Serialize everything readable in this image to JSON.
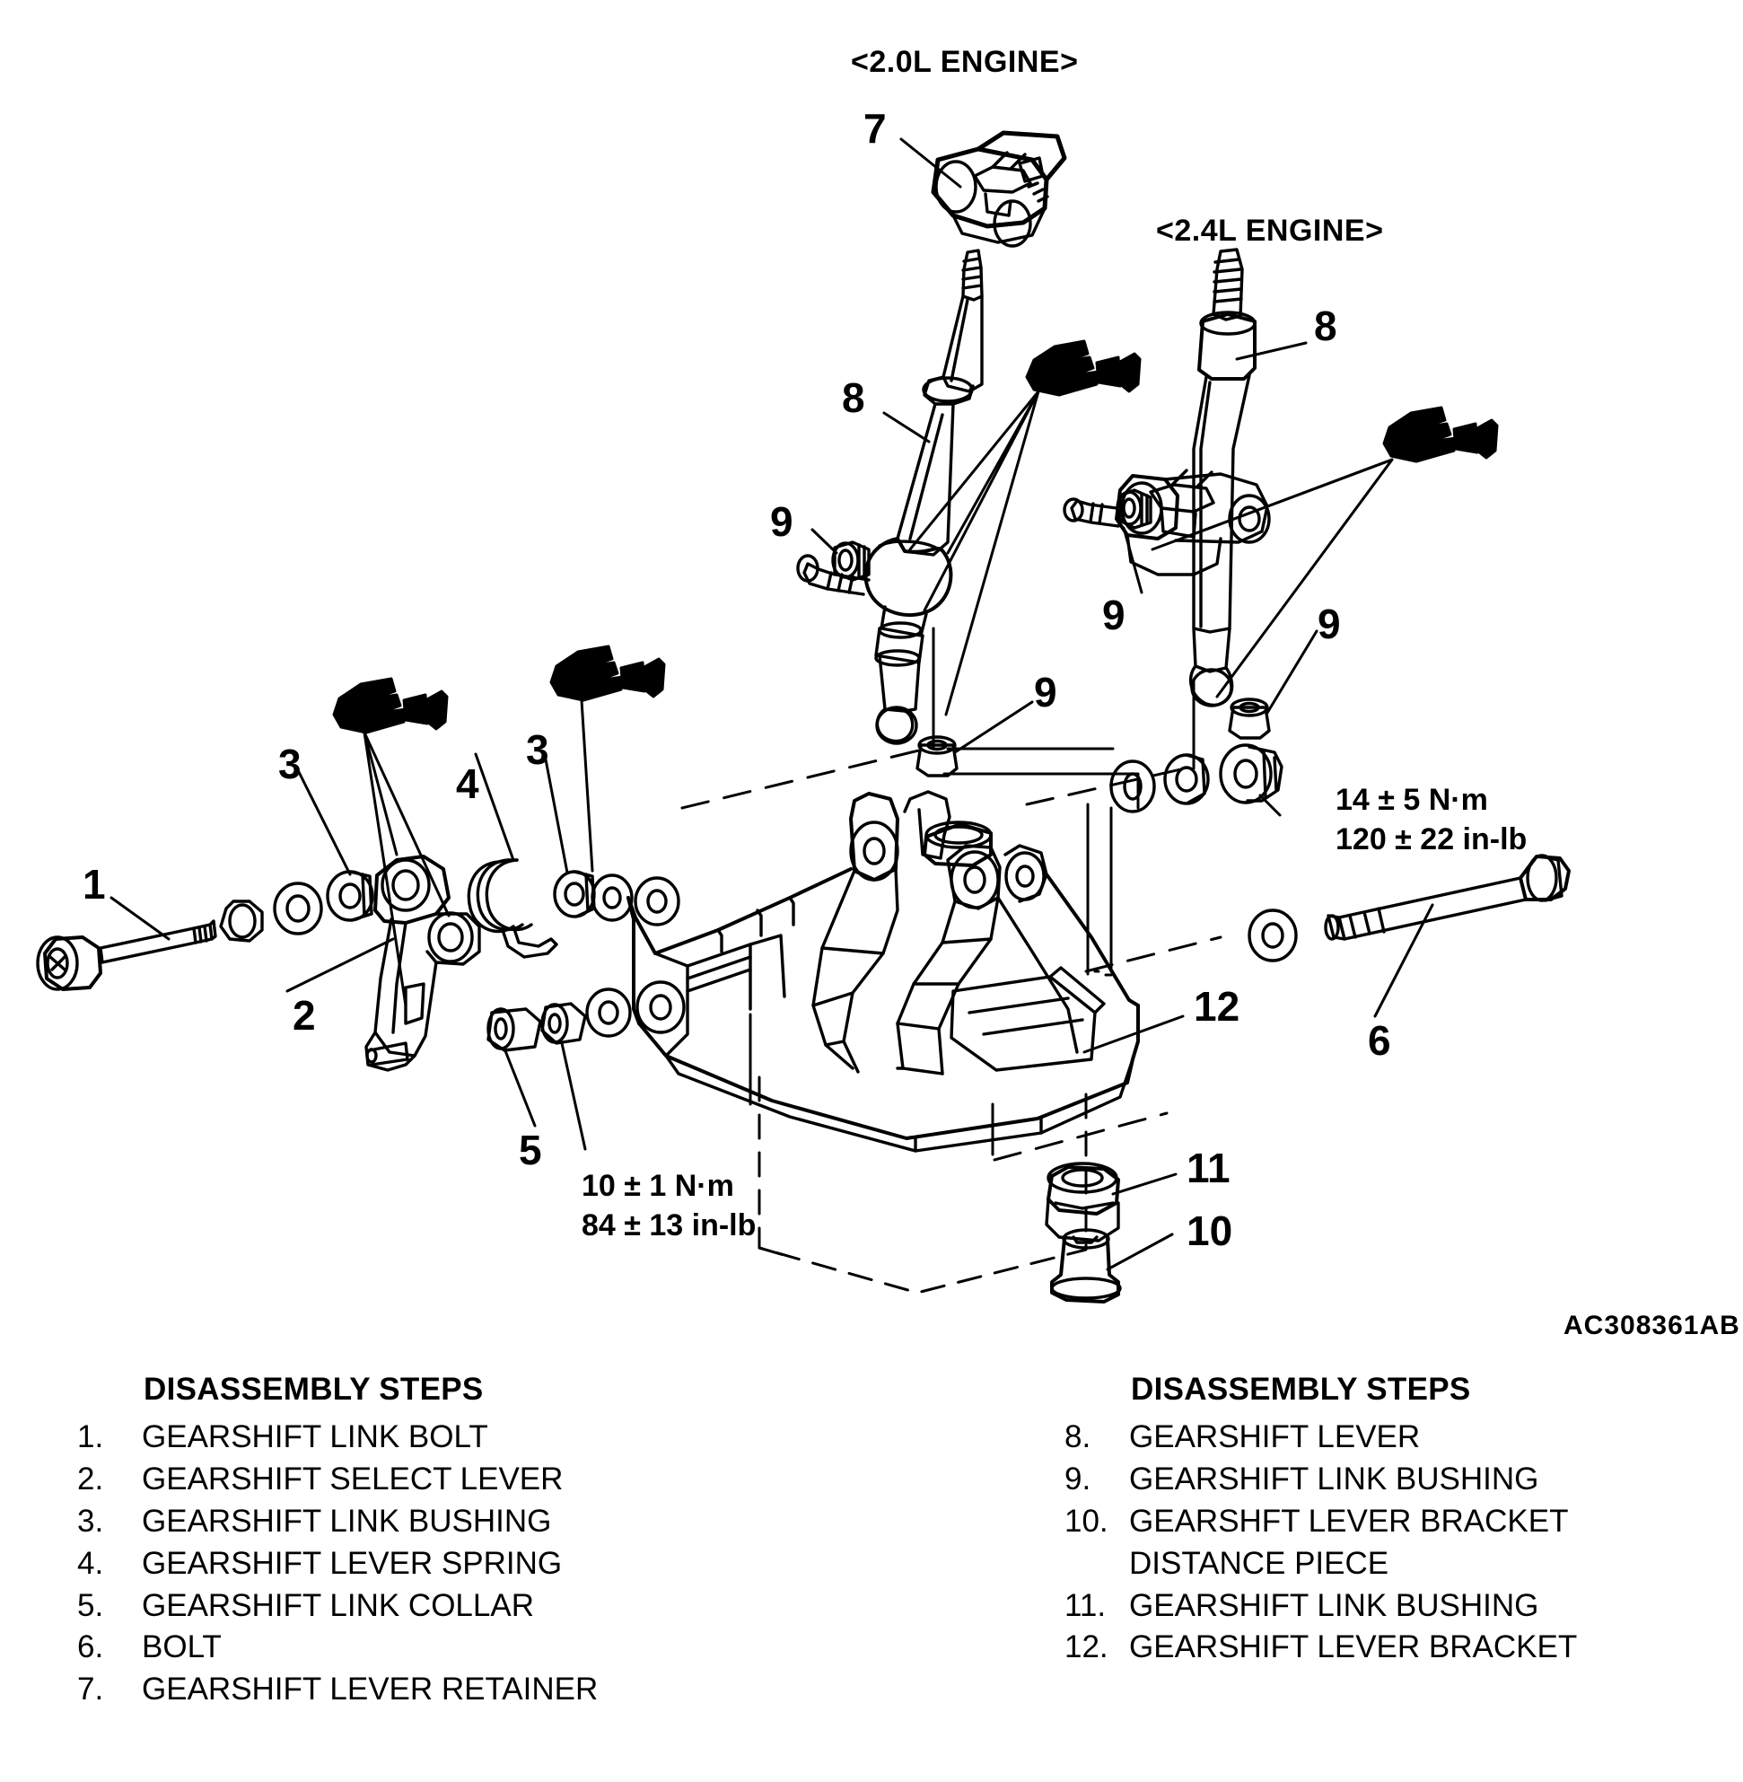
{
  "figure": {
    "drawing_code": "AC308361AB",
    "engine_headers": [
      {
        "id": "engine-2-0",
        "text": "<2.0L ENGINE>"
      },
      {
        "id": "engine-2-4",
        "text": "<2.4L ENGINE>"
      }
    ],
    "torque_specs": [
      {
        "id": "torque-upper-right",
        "metric": "14 ± 5 N·m",
        "imperial": "120 ± 22 in-lb"
      },
      {
        "id": "torque-lower-left",
        "metric": "10 ± 1 N·m",
        "imperial": "84 ± 13 in-lb"
      }
    ],
    "callouts": [
      {
        "id": "callout-7",
        "text": "7"
      },
      {
        "id": "callout-8a",
        "text": "8"
      },
      {
        "id": "callout-8b",
        "text": "8"
      },
      {
        "id": "callout-9a",
        "text": "9"
      },
      {
        "id": "callout-9b",
        "text": "9"
      },
      {
        "id": "callout-9c",
        "text": "9"
      },
      {
        "id": "callout-9d",
        "text": "9"
      },
      {
        "id": "callout-1",
        "text": "1"
      },
      {
        "id": "callout-2",
        "text": "2"
      },
      {
        "id": "callout-3a",
        "text": "3"
      },
      {
        "id": "callout-3b",
        "text": "3"
      },
      {
        "id": "callout-4",
        "text": "4"
      },
      {
        "id": "callout-5",
        "text": "5"
      },
      {
        "id": "callout-6",
        "text": "6"
      },
      {
        "id": "callout-10",
        "text": "10"
      },
      {
        "id": "callout-11",
        "text": "11"
      },
      {
        "id": "callout-12",
        "text": "12"
      }
    ]
  },
  "steps_left": {
    "title": "DISASSEMBLY STEPS",
    "items": [
      {
        "num": "1.",
        "label": "GEARSHIFT LINK BOLT"
      },
      {
        "num": "2.",
        "label": "GEARSHIFT SELECT LEVER"
      },
      {
        "num": "3.",
        "label": "GEARSHIFT LINK BUSHING"
      },
      {
        "num": "4.",
        "label": "GEARSHIFT LEVER SPRING"
      },
      {
        "num": "5.",
        "label": "GEARSHIFT LINK COLLAR"
      },
      {
        "num": "6.",
        "label": "BOLT"
      },
      {
        "num": "7.",
        "label": "GEARSHIFT LEVER RETAINER"
      }
    ]
  },
  "steps_right": {
    "title": "DISASSEMBLY STEPS",
    "items": [
      {
        "num": "8.",
        "label": "GEARSHIFT LEVER"
      },
      {
        "num": "9.",
        "label": "GEARSHIFT LINK BUSHING"
      },
      {
        "num": "10.",
        "label": "GEARSHFT LEVER BRACKET"
      },
      {
        "num": "",
        "label": "DISTANCE PIECE"
      },
      {
        "num": "11.",
        "label": "GEARSHIFT LINK BUSHING"
      },
      {
        "num": "12.",
        "label": "GEARSHIFT LEVER BRACKET"
      }
    ]
  },
  "colors": {
    "ink": "#000000",
    "paper": "#ffffff"
  }
}
